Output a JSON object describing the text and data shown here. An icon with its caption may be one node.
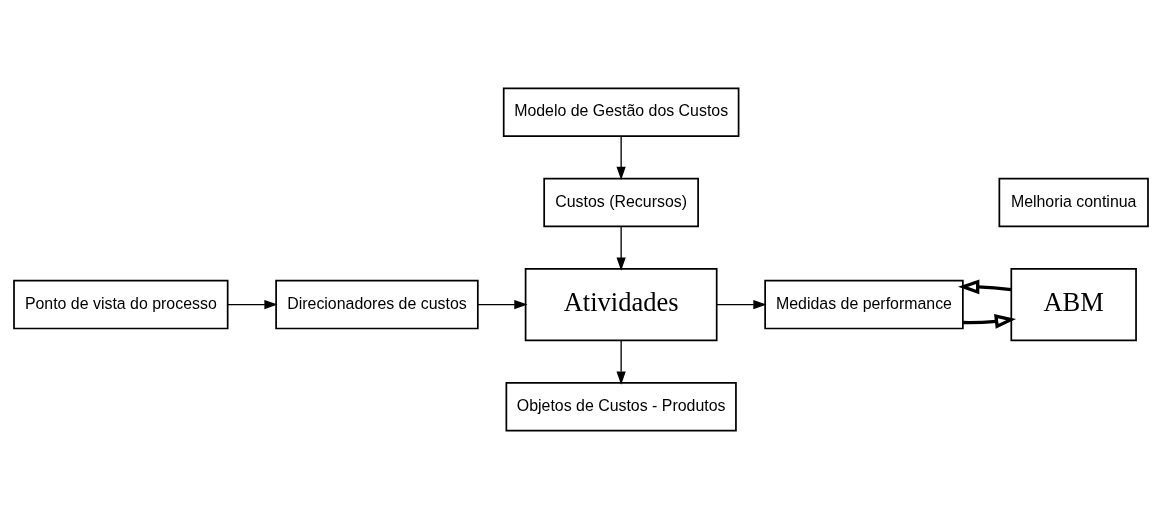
{
  "diagram": {
    "nodes": [
      {
        "text": [
          "Modelo de Gestão dos Custos"
        ]
      },
      {
        "text": [
          "Custos (Recursos)"
        ]
      },
      {
        "text": [
          "Ponto de vista do processo"
        ]
      },
      {
        "text": [
          "Direcionadores de custos"
        ]
      },
      {
        "text": [
          "Atividades"
        ]
      },
      {
        "text": [
          "Medidas de performance"
        ]
      },
      {
        "text": [
          "Melhoria continua"
        ]
      },
      {
        "text": [
          "ABM"
        ]
      },
      {
        "text": [
          "Objetos de Custos - Produtos"
        ]
      }
    ],
    "edges": [
      {
        "from": 0,
        "to": 1,
        "arrow": "to"
      },
      {
        "from": 1,
        "to": 4,
        "arrow": "to"
      },
      {
        "from": 2,
        "to": 3,
        "arrow": "to"
      },
      {
        "from": 3,
        "to": 4,
        "arrow": "to"
      },
      {
        "from": 4,
        "to": 5,
        "arrow": "to"
      },
      {
        "from": 4,
        "to": 8,
        "arrow": "to"
      },
      {
        "from": 5,
        "to": 7,
        "arrow": "to",
        "style": "thick"
      },
      {
        "from": 7,
        "to": 5,
        "arrow": "to",
        "style": "thick"
      }
    ]
  }
}
